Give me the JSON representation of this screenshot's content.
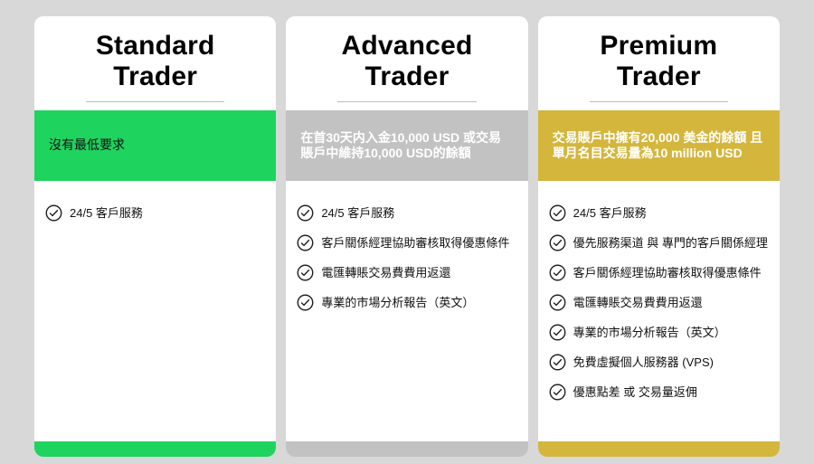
{
  "colors": {
    "background": "#d8d8d8",
    "card": "#ffffff",
    "green": "#1fd35f",
    "gray": "#c2c2c2",
    "gold": "#d4b63c",
    "check": "#222222"
  },
  "cards": [
    {
      "title_line1": "Standard",
      "title_line2": "Trader",
      "requirement": "沒有最低要求",
      "features": [
        "24/5 客戶服務"
      ]
    },
    {
      "title_line1": "Advanced",
      "title_line2": "Trader",
      "requirement": "在首30天内入金10,000 USD 或交易賬戶中維持10,000 USD的餘額",
      "features": [
        "24/5 客戶服務",
        "客戶關係經理協助審核取得優惠條件",
        "電匯轉賬交易費費用返還",
        "專業的市場分析報告（英文）"
      ]
    },
    {
      "title_line1": "Premium",
      "title_line2": "Trader",
      "requirement": "交易賬戶中擁有20,000 美金的餘額 且單月名目交易量為10 million USD",
      "features": [
        "24/5 客戶服務",
        "優先服務渠道 與 專門的客戶關係經理",
        "客戶關係經理協助審核取得優惠條件",
        "電匯轉賬交易費費用返還",
        "專業的市場分析報告（英文）",
        "免費虛擬個人服務器 (VPS)",
        "優惠點差 或 交易量返佣"
      ]
    }
  ]
}
